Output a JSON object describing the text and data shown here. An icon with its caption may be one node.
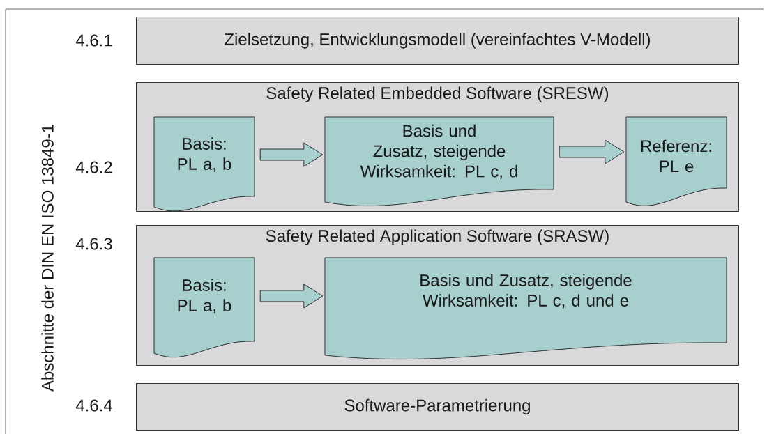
{
  "diagram": {
    "nodes": [
      {
        "text": [
          "Zielsetzung, Entwicklungsmodell (vereinfachtes V-Modell)"
        ],
        "beside": [
          "4.6.1"
        ]
      },
      {
        "text": [
          "Safety Related Embedded Software (SRESW)"
        ],
        "beside": [
          "4.6.2"
        ]
      },
      {
        "text": [
          "Basis: PL a, b"
        ],
        "in": 1
      },
      {
        "text": [
          "Basis und Zusatz, steigende Wirksamkeit: PL c, d"
        ],
        "in": 1
      },
      {
        "text": [
          "Referenz: PL e"
        ],
        "in": 1
      },
      {
        "text": [
          "Safety Related Application Software (SRASW)"
        ],
        "beside": [
          "4.6.3"
        ]
      },
      {
        "text": [
          "Basis: PL a, b"
        ],
        "in": 5
      },
      {
        "text": [
          "Basis und Zusatz, steigende Wirksamkeit: PL c, d und e"
        ],
        "in": 5
      },
      {
        "text": [
          "Software-Parametrierung"
        ],
        "beside": [
          "4.6.4"
        ]
      }
    ],
    "edges": [
      {
        "from": 2,
        "to": 3,
        "arrow": "to"
      },
      {
        "from": 3,
        "to": 4,
        "arrow": "to"
      },
      {
        "from": 6,
        "to": 7,
        "arrow": "to"
      }
    ],
    "labels": [
      "Abschnitte der DIN EN ISO 13849-1"
    ]
  }
}
